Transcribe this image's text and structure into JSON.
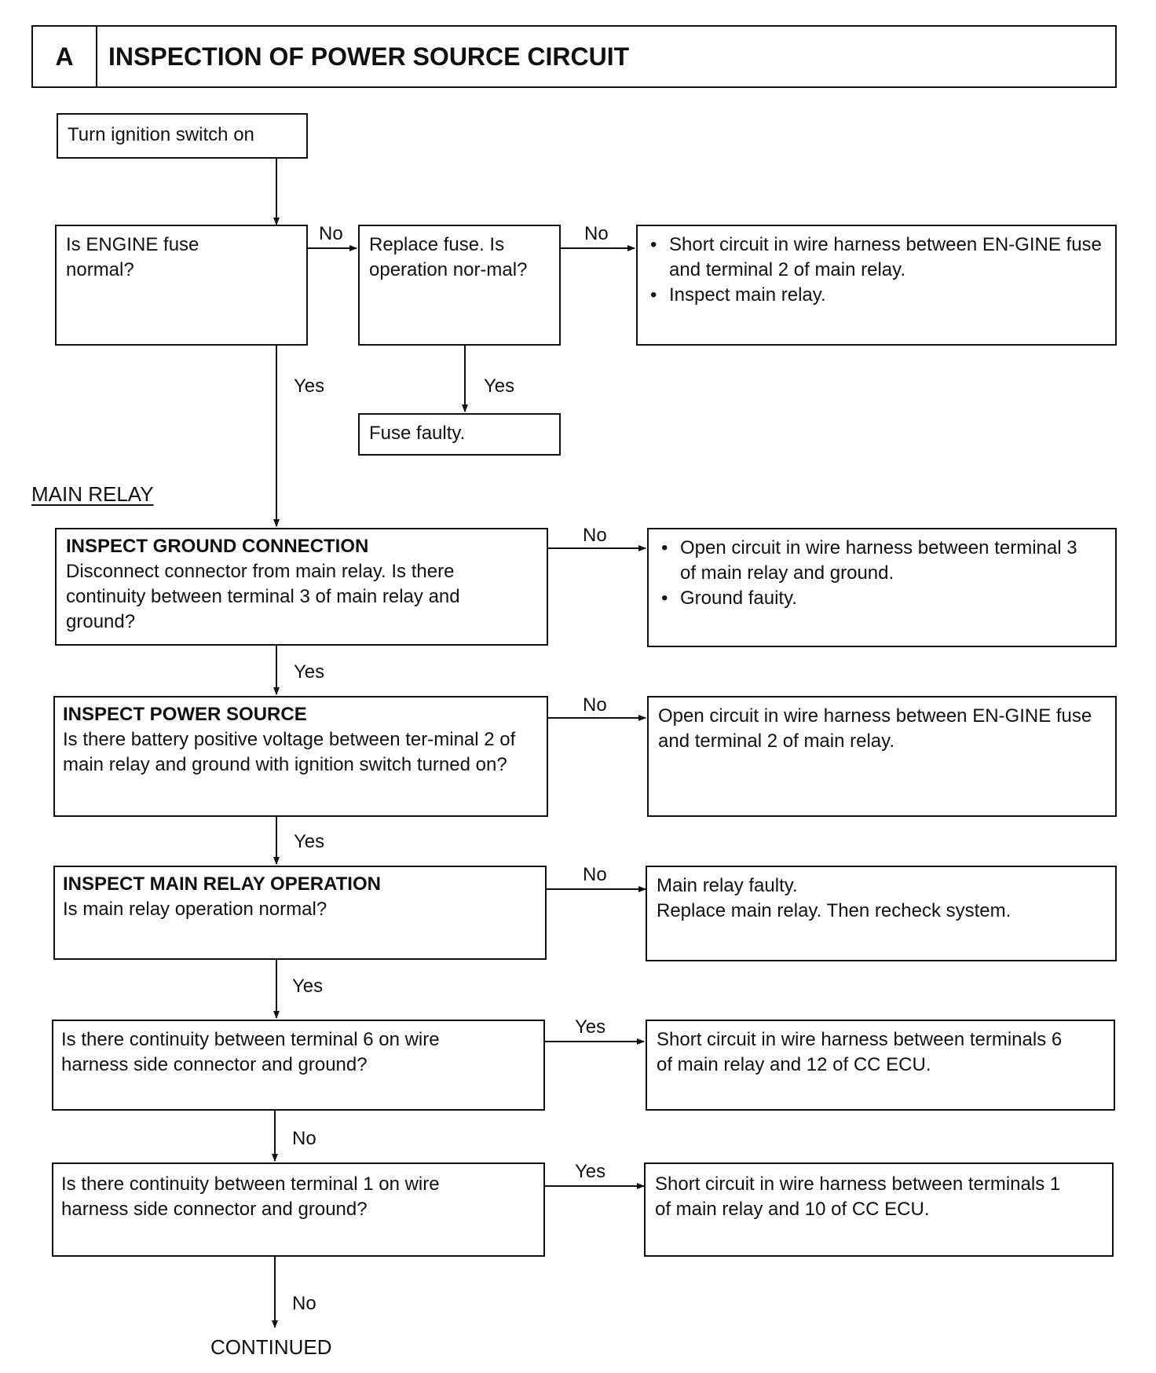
{
  "header": {
    "letter": "A",
    "title": "INSPECTION OF POWER SOURCE CIRCUIT"
  },
  "section_label": "MAIN RELAY",
  "continued": "CONTINUED",
  "boxes": {
    "b1": {
      "text": "Turn ignition switch on"
    },
    "b2": {
      "text": "Is ENGINE fuse normal?"
    },
    "b3": {
      "text": "Replace fuse. Is operation nor-mal?"
    },
    "b4": {
      "items": [
        "Short circuit in wire harness between EN-GINE fuse and terminal 2 of main relay.",
        "Inspect main relay."
      ]
    },
    "b5": {
      "text": "Fuse faulty."
    },
    "b6": {
      "title": "INSPECT GROUND CONNECTION",
      "text": "Disconnect connector from main relay. Is there continuity between terminal 3 of main relay and ground?"
    },
    "b7": {
      "items": [
        "Open circuit in wire harness between terminal 3 of main relay and ground.",
        "Ground fauity."
      ]
    },
    "b8": {
      "title": "INSPECT POWER SOURCE",
      "text": "Is there battery positive voltage between ter-minal 2 of main relay and ground with ignition switch turned on?"
    },
    "b9": {
      "text": "Open circuit in wire harness between EN-GINE fuse and terminal 2 of main relay."
    },
    "b10": {
      "title": "INSPECT MAIN RELAY OPERATION",
      "text": "Is main relay operation normal?"
    },
    "b11": {
      "text1": "Main relay faulty.",
      "text2": "Replace main relay. Then recheck system."
    },
    "b12": {
      "text": "Is there continuity between terminal 6 on wire harness side connector and ground?"
    },
    "b13": {
      "text": "Short circuit in wire harness between terminals 6 of main relay and 12 of CC ECU."
    },
    "b14": {
      "text": "Is there continuity between terminal 1 on wire harness side connector and ground?"
    },
    "b15": {
      "text": "Short circuit in wire harness between terminals 1 of main relay and 10 of CC ECU."
    }
  },
  "edges": {
    "e1": "No",
    "e2": "No",
    "e3": "Yes",
    "e4": "Yes",
    "e5": "No",
    "e6": "Yes",
    "e7": "No",
    "e8": "Yes",
    "e9": "No",
    "e10": "Yes",
    "e11": "Yes",
    "e12": "No",
    "e13": "Yes",
    "e14": "No"
  }
}
